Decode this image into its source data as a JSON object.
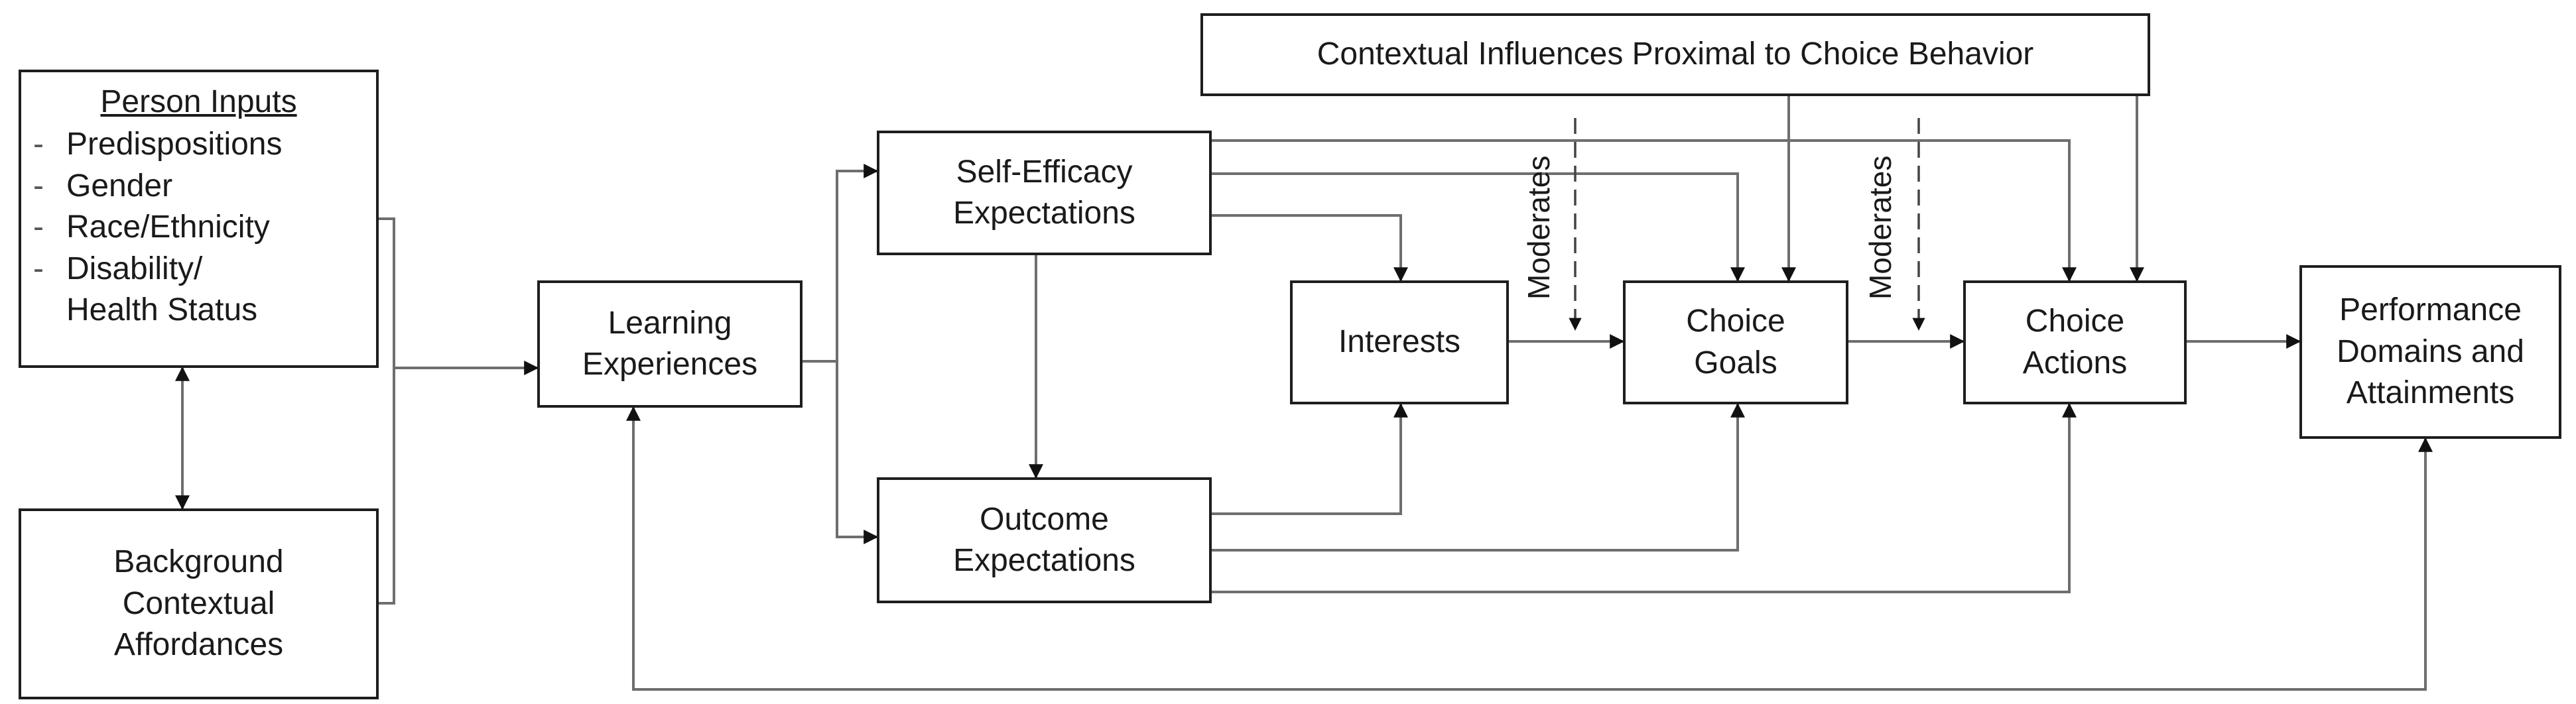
{
  "diagram": {
    "contextual_proximal": "Contextual Influences Proximal to Choice Behavior",
    "person_inputs": {
      "title": "Person Inputs",
      "items": [
        "Predispositions",
        "Gender",
        "Race/Ethnicity",
        "Disability/",
        "Health Status"
      ],
      "dashes": [
        "-",
        "-",
        "-",
        "-"
      ]
    },
    "background": [
      "Background",
      "Contextual",
      "Affordances"
    ],
    "learning": [
      "Learning",
      "Experiences"
    ],
    "self_efficacy": [
      "Self-Efficacy",
      "Expectations"
    ],
    "outcome": [
      "Outcome",
      "Expectations"
    ],
    "interests": "Interests",
    "choice_goals": [
      "Choice",
      "Goals"
    ],
    "choice_actions": [
      "Choice",
      "Actions"
    ],
    "performance": [
      "Performance",
      "Domains and",
      "Attainments"
    ],
    "moderates_1": "Moderates",
    "moderates_2": "Moderates"
  },
  "colors": {
    "line": "#6e6e6e",
    "border": "#1e1e1e",
    "dashed": "#444444"
  }
}
